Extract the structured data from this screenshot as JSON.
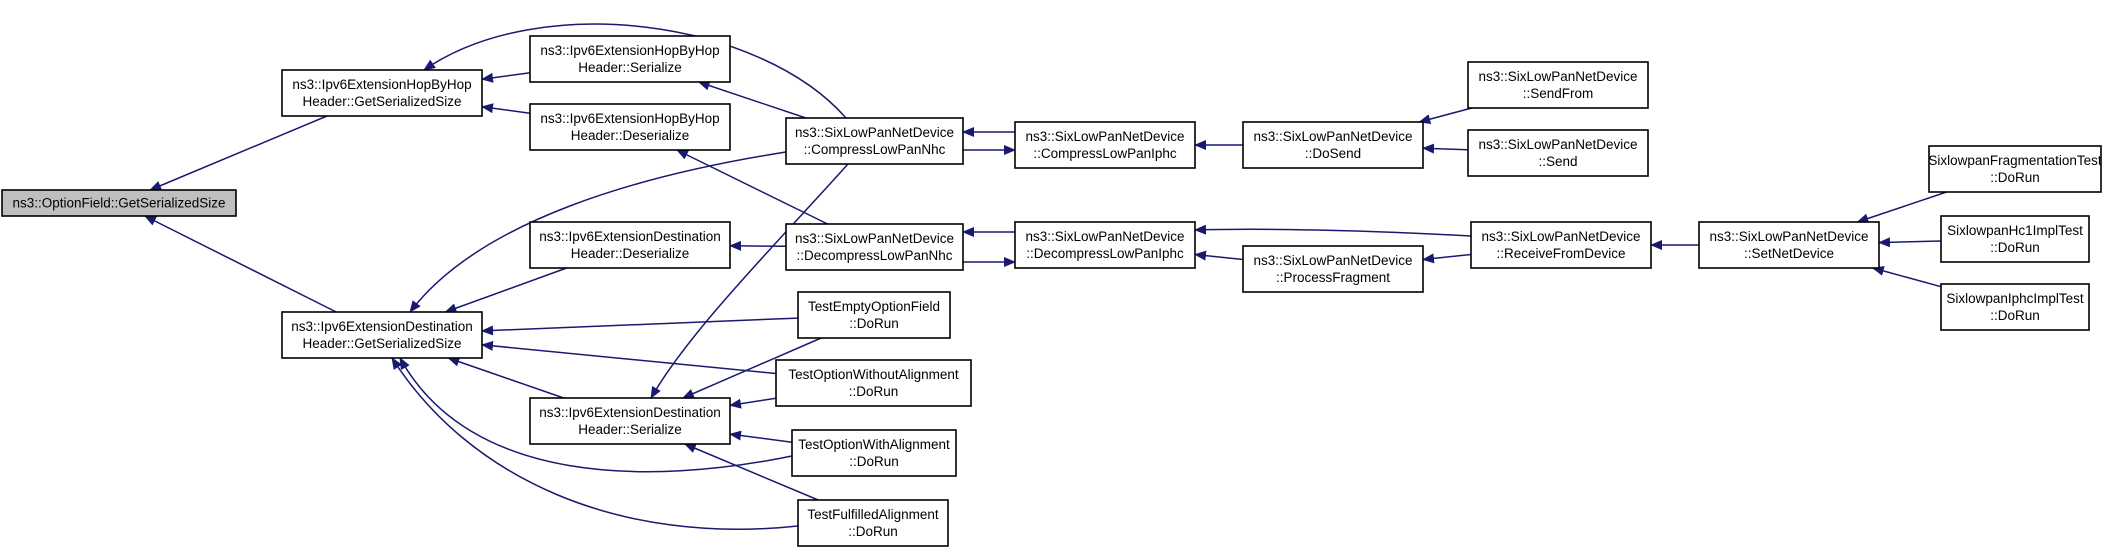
{
  "graph": {
    "edge_color": "#191970",
    "node_fill": "#ffffff",
    "highlight_fill": "#bfbfbf",
    "nodes": [
      {
        "id": "root",
        "lines": [
          "ns3::OptionField::GetSerializedSize"
        ],
        "highlighted": true
      },
      {
        "id": "hbh_gss",
        "lines": [
          "ns3::Ipv6ExtensionHopByHop",
          "Header::GetSerializedSize"
        ]
      },
      {
        "id": "dst_gss",
        "lines": [
          "ns3::Ipv6ExtensionDestination",
          "Header::GetSerializedSize"
        ]
      },
      {
        "id": "hbh_ser",
        "lines": [
          "ns3::Ipv6ExtensionHopByHop",
          "Header::Serialize"
        ]
      },
      {
        "id": "hbh_deser",
        "lines": [
          "ns3::Ipv6ExtensionHopByHop",
          "Header::Deserialize"
        ]
      },
      {
        "id": "dst_deser",
        "lines": [
          "ns3::Ipv6ExtensionDestination",
          "Header::Deserialize"
        ]
      },
      {
        "id": "dst_ser",
        "lines": [
          "ns3::Ipv6ExtensionDestination",
          "Header::Serialize"
        ]
      },
      {
        "id": "comp_nhc",
        "lines": [
          "ns3::SixLowPanNetDevice",
          "::CompressLowPanNhc"
        ]
      },
      {
        "id": "decomp_nhc",
        "lines": [
          "ns3::SixLowPanNetDevice",
          "::DecompressLowPanNhc"
        ]
      },
      {
        "id": "t_empty",
        "lines": [
          "TestEmptyOptionField",
          "::DoRun"
        ]
      },
      {
        "id": "t_without",
        "lines": [
          "TestOptionWithoutAlignment",
          "::DoRun"
        ]
      },
      {
        "id": "t_with",
        "lines": [
          "TestOptionWithAlignment",
          "::DoRun"
        ]
      },
      {
        "id": "t_fulfilled",
        "lines": [
          "TestFulfilledAlignment",
          "::DoRun"
        ]
      },
      {
        "id": "comp_iphc",
        "lines": [
          "ns3::SixLowPanNetDevice",
          "::CompressLowPanIphc"
        ]
      },
      {
        "id": "decomp_iphc",
        "lines": [
          "ns3::SixLowPanNetDevice",
          "::DecompressLowPanIphc"
        ]
      },
      {
        "id": "dosend",
        "lines": [
          "ns3::SixLowPanNetDevice",
          "::DoSend"
        ]
      },
      {
        "id": "procfrag",
        "lines": [
          "ns3::SixLowPanNetDevice",
          "::ProcessFragment"
        ]
      },
      {
        "id": "sendfrom",
        "lines": [
          "ns3::SixLowPanNetDevice",
          "::SendFrom"
        ]
      },
      {
        "id": "send",
        "lines": [
          "ns3::SixLowPanNetDevice",
          "::Send"
        ]
      },
      {
        "id": "recv",
        "lines": [
          "ns3::SixLowPanNetDevice",
          "::ReceiveFromDevice"
        ]
      },
      {
        "id": "setnet",
        "lines": [
          "ns3::SixLowPanNetDevice",
          "::SetNetDevice"
        ]
      },
      {
        "id": "t_frag",
        "lines": [
          "SixlowpanFragmentationTest",
          "::DoRun"
        ]
      },
      {
        "id": "t_hc1",
        "lines": [
          "SixlowpanHc1ImplTest",
          "::DoRun"
        ]
      },
      {
        "id": "t_iphc",
        "lines": [
          "SixlowpanIphcImplTest",
          "::DoRun"
        ]
      }
    ],
    "edges": [
      {
        "from": "hbh_gss",
        "to": "root"
      },
      {
        "from": "dst_gss",
        "to": "root"
      },
      {
        "from": "hbh_ser",
        "to": "hbh_gss"
      },
      {
        "from": "hbh_deser",
        "to": "hbh_gss"
      },
      {
        "from": "comp_nhc",
        "to": "hbh_gss"
      },
      {
        "from": "comp_nhc",
        "to": "hbh_ser"
      },
      {
        "from": "decomp_nhc",
        "to": "hbh_deser"
      },
      {
        "from": "dst_deser",
        "to": "dst_gss"
      },
      {
        "from": "dst_ser",
        "to": "dst_gss"
      },
      {
        "from": "comp_nhc",
        "to": "dst_gss"
      },
      {
        "from": "t_empty",
        "to": "dst_gss"
      },
      {
        "from": "t_without",
        "to": "dst_gss"
      },
      {
        "from": "t_with",
        "to": "dst_gss"
      },
      {
        "from": "t_fulfilled",
        "to": "dst_gss"
      },
      {
        "from": "decomp_nhc",
        "to": "dst_deser"
      },
      {
        "from": "comp_nhc",
        "to": "dst_ser"
      },
      {
        "from": "t_empty",
        "to": "dst_ser"
      },
      {
        "from": "t_without",
        "to": "dst_ser"
      },
      {
        "from": "t_with",
        "to": "dst_ser"
      },
      {
        "from": "t_fulfilled",
        "to": "dst_ser"
      },
      {
        "from": "comp_iphc",
        "to": "comp_nhc"
      },
      {
        "from": "comp_nhc",
        "to": "comp_iphc"
      },
      {
        "from": "decomp_iphc",
        "to": "decomp_nhc"
      },
      {
        "from": "decomp_nhc",
        "to": "decomp_iphc"
      },
      {
        "from": "dosend",
        "to": "comp_iphc"
      },
      {
        "from": "recv",
        "to": "decomp_iphc"
      },
      {
        "from": "procfrag",
        "to": "decomp_iphc"
      },
      {
        "from": "sendfrom",
        "to": "dosend"
      },
      {
        "from": "send",
        "to": "dosend"
      },
      {
        "from": "recv",
        "to": "procfrag"
      },
      {
        "from": "setnet",
        "to": "recv"
      },
      {
        "from": "t_frag",
        "to": "setnet"
      },
      {
        "from": "t_hc1",
        "to": "setnet"
      },
      {
        "from": "t_iphc",
        "to": "setnet"
      }
    ]
  }
}
